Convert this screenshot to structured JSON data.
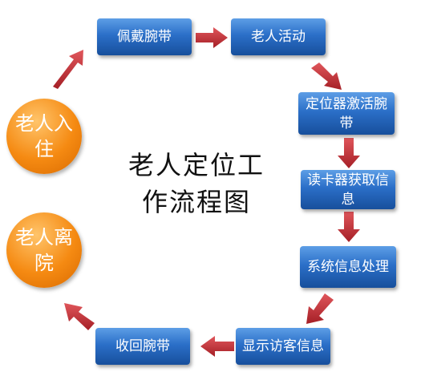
{
  "title": "老人定位工\n作流程图",
  "nodes": {
    "wear_band": "佩戴腕带",
    "elder_activity": "老人活动",
    "locator_activate": "定位器激活腕带",
    "reader_fetch": "读卡器获取信息",
    "system_process": "系统信息处理",
    "show_visitor": "显示访客信息",
    "recover_band": "收回腕带",
    "elder_checkin": "老人入住",
    "elder_leave": "老人离院"
  },
  "colors": {
    "box": "#2b6fc8",
    "circle": "#f58a12",
    "arrow": "#c9343a"
  }
}
